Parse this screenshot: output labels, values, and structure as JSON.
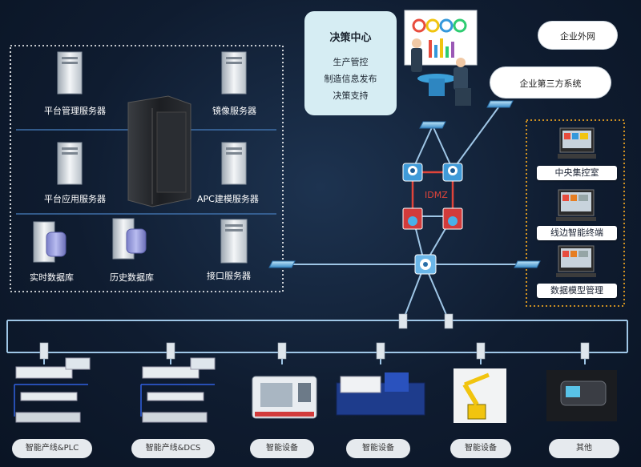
{
  "decision_center": {
    "title": "决策中心",
    "lines": [
      "生产管控",
      "制造信息发布",
      "决策支持"
    ]
  },
  "clouds": {
    "external_network": "企业外网",
    "third_party": "企业第三方系统"
  },
  "servers": {
    "platform_management": "平台管理服务器",
    "mirror": "镜像服务器",
    "platform_application": "平台应用服务器",
    "apc_modeling": "APC建模服务器",
    "realtime_db": "实时数据库",
    "history_db": "历史数据库",
    "interface": "接口服务器"
  },
  "dmz": {
    "label": "IDMZ"
  },
  "control_room": {
    "central": "中央集控室",
    "line_terminal": "线边智能终端",
    "data_model": "数据模型管理"
  },
  "devices": [
    "智能产线&PLC",
    "智能产线&DCS",
    "智能设备",
    "智能设备",
    "智能设备",
    "其他"
  ],
  "colors": {
    "background": "#0f1c30",
    "network_line": "#9fc6e6",
    "dmz_line": "#e0443a",
    "dashed_white": "#ffffff",
    "dashed_orange": "#e8a020",
    "decision_panel": "#d6edf3"
  }
}
